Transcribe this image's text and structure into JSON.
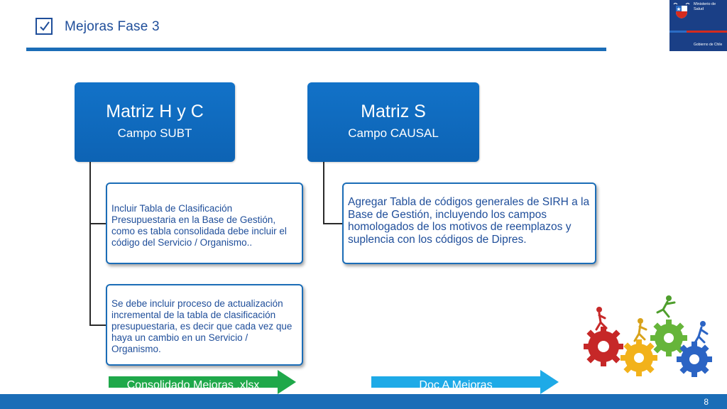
{
  "header": {
    "title": "Mejoras Fase 3",
    "checkbox_icon": "checkmark-icon",
    "rule_color": "#1b6db7"
  },
  "logo": {
    "ministry": "Ministerio de Salud",
    "government": "Gobierno de Chile",
    "icon": "coat-of-arms-icon",
    "colors": {
      "blue": "#1a3f86",
      "red": "#d52b1e"
    }
  },
  "diagram": {
    "nodes": [
      {
        "title": "Matriz H y C",
        "subtitle": "Campo SUBT"
      },
      {
        "title": "Matriz S",
        "subtitle": "Campo CAUSAL"
      }
    ],
    "notes": [
      "Incluir Tabla de Clasificación Presupuestaria en la Base de Gestión, como es tabla consolidada debe incluir el código del Servicio / Organismo..",
      "Se debe incluir proceso de actualización incremental de la tabla de clasificación presupuestaria, es decir que cada vez que haya un cambio en un Servicio / Organismo.",
      "Agregar Tabla de códigos generales de SIRH a la Base de Gestión, incluyendo los campos homologados de los motivos de reemplazos y suplencia con los códigos de Dipres."
    ],
    "accent_color": "#1272c8"
  },
  "links": [
    {
      "label": "Consolidado Mejoras .xlsx",
      "color": "#1fa84a"
    },
    {
      "label": "Doc A Mejoras",
      "color": "#1eaae7"
    }
  ],
  "footer": {
    "page_number": "8"
  },
  "illustration": {
    "icon": "gears-with-running-people-icon"
  }
}
